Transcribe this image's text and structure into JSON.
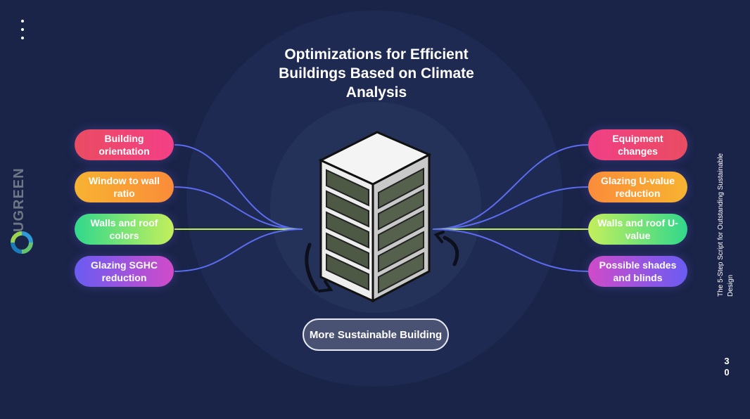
{
  "slide": {
    "title": "Optimizations for Efficient Buildings Based on Climate Analysis",
    "left_factors": [
      {
        "label": "Building orientation",
        "gradient": [
          "#ea4c62",
          "#f43f86"
        ]
      },
      {
        "label": "Window to wall ratio",
        "gradient": [
          "#f7b331",
          "#fb8c3a"
        ]
      },
      {
        "label": "Walls and roof colors",
        "gradient": [
          "#31d88c",
          "#c4ef5c"
        ]
      },
      {
        "label": "Glazing SGHC reduction",
        "gradient": [
          "#6a5cf2",
          "#d04bc9"
        ]
      }
    ],
    "right_factors": [
      {
        "label": "Equipment changes",
        "gradient": [
          "#f13f86",
          "#ea4c62"
        ]
      },
      {
        "label": "Glazing U-value reduction",
        "gradient": [
          "#fb8c3a",
          "#f7b331"
        ]
      },
      {
        "label": "Walls and roof U-value",
        "gradient": [
          "#c4ef5c",
          "#31d88c"
        ]
      },
      {
        "label": "Possible shades and blinds",
        "gradient": [
          "#d04bc9",
          "#6a5cf2"
        ]
      }
    ],
    "result_label": "More Sustainable Building",
    "side_caption": "The 5-Step Script for Outstanding Sustainable Design",
    "page_number": "30",
    "logo_text": "UGREEN",
    "colors": {
      "background": "#1a2448",
      "connector": "#5b6cf0",
      "connector_highlight": "#c4ef5c"
    }
  }
}
